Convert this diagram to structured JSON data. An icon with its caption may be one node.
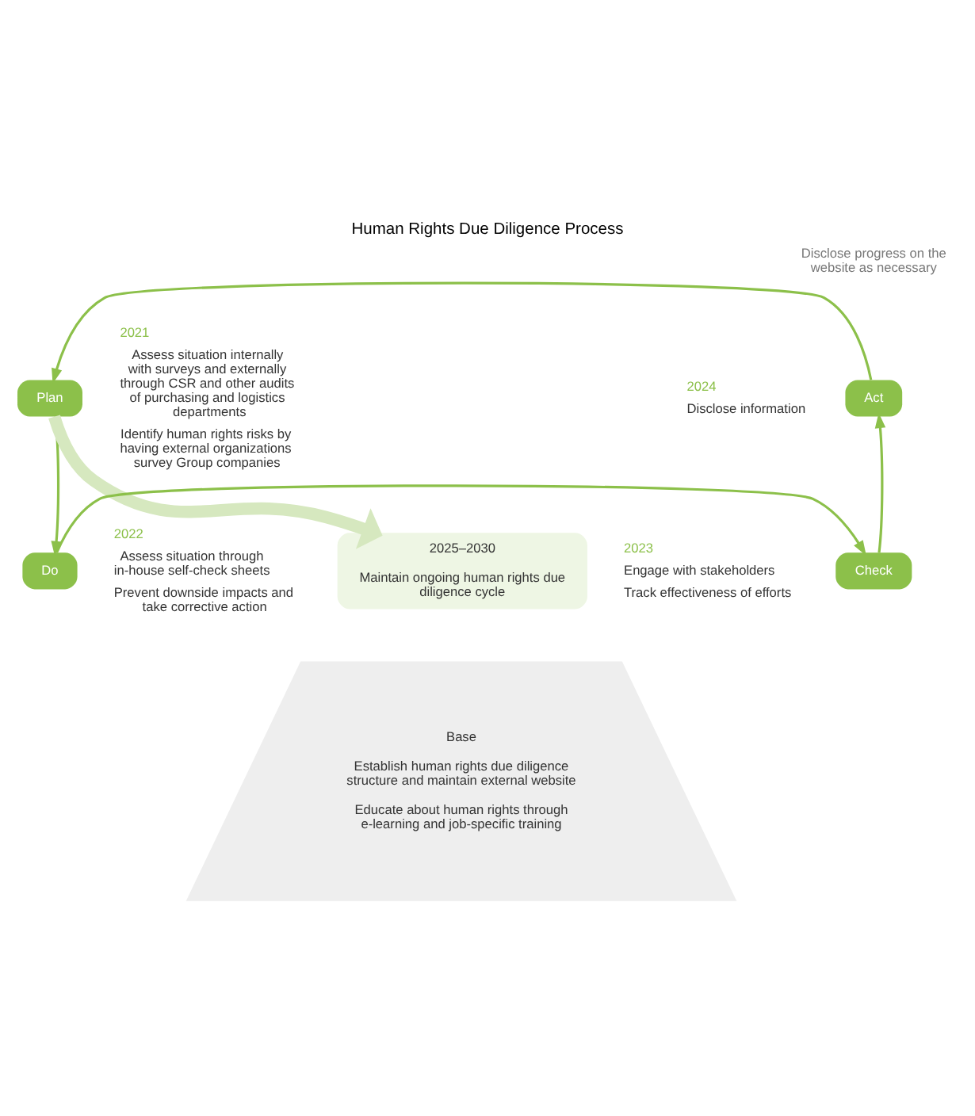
{
  "diagram": {
    "title": "Human Rights Due Diligence Process",
    "nodes": [
      {
        "text": [
          "Act"
        ],
        "beside": [
          "2024",
          "Disclose information"
        ]
      },
      {
        "text": [
          "Plan"
        ],
        "beside": [
          "2021",
          "Assess situation internally with surveys and externally through CSR and other audits of purchasing and logistics departments",
          "Identify human rights risks by having external organizations survey Group companies"
        ]
      },
      {
        "text": [
          "Do"
        ],
        "beside": [
          "2022",
          "Assess situation through in-house self-check sheets",
          "Prevent downside impacts and take corrective action"
        ]
      },
      {
        "text": [
          "Check"
        ],
        "beside": [
          "2023",
          "Engage with stakeholders",
          "Track effectiveness of efforts"
        ]
      },
      {
        "text": [
          "2025–2030",
          "Maintain ongoing human rights due diligence cycle"
        ]
      },
      {
        "text": [
          "Base",
          "Establish human rights due diligence structure and maintain external website",
          "Educate about human rights through e-learning and job-specific training"
        ]
      }
    ],
    "edges": [
      {
        "from": 0,
        "to": 1,
        "arrow": "to"
      },
      {
        "from": 1,
        "to": 2,
        "arrow": "to"
      },
      {
        "from": 2,
        "to": 3,
        "arrow": "to"
      },
      {
        "from": 3,
        "to": 0,
        "arrow": "to"
      },
      {
        "from": 1,
        "to": 4,
        "arrow": "to",
        "style": "thick",
        "color": "#d6e8bf"
      }
    ],
    "labels": [
      "Disclose progress on the website as necessary"
    ]
  }
}
